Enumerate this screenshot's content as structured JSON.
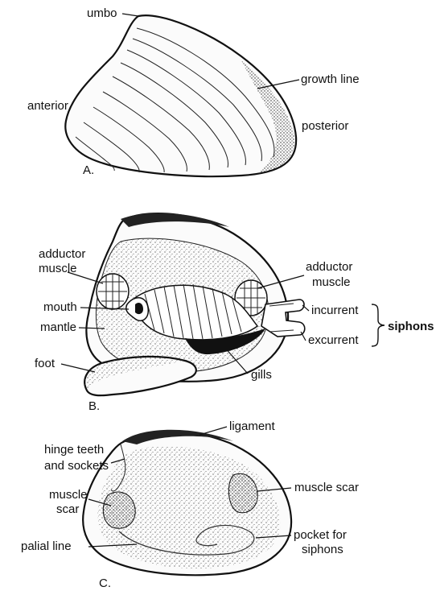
{
  "figure_a": {
    "panel_label": "A.",
    "labels": {
      "umbo": "umbo",
      "growth_line": "growth line",
      "anterior": "anterior",
      "posterior": "posterior"
    }
  },
  "figure_b": {
    "panel_label": "B.",
    "labels": {
      "adductor_left_1": "adductor",
      "adductor_left_2": "muscle",
      "adductor_right_1": "adductor",
      "adductor_right_2": "muscle",
      "mouth": "mouth",
      "mantle": "mantle",
      "foot": "foot",
      "gills": "gills",
      "incurrent": "incurrent",
      "excurrent": "excurrent",
      "siphons": "siphons"
    }
  },
  "figure_c": {
    "panel_label": "C.",
    "labels": {
      "ligament": "ligament",
      "hinge_1": "hinge teeth",
      "hinge_2": "and sockets",
      "muscle_scar_left_1": "muscle",
      "muscle_scar_left_2": "scar",
      "muscle_scar_right": "muscle scar",
      "palial_line": "palial line",
      "pocket_1": "pocket for",
      "pocket_2": "siphons"
    }
  }
}
